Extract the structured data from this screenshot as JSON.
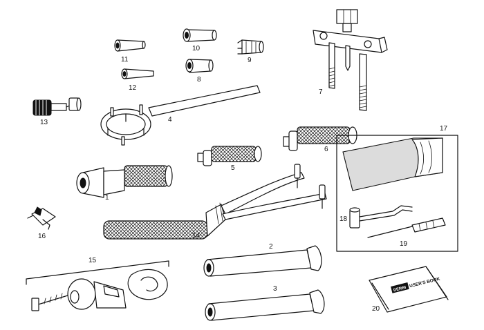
{
  "callouts": {
    "c1": "1",
    "c2": "2",
    "c3": "3",
    "c4": "4",
    "c5": "5",
    "c6": "6",
    "c7": "7",
    "c8": "8",
    "c9": "9",
    "c10": "10",
    "c11": "11",
    "c12": "12",
    "c13": "13",
    "c14": "14",
    "c15": "15",
    "c16": "16",
    "c17": "17",
    "c18": "18",
    "c19": "19",
    "c20": "20"
  },
  "booklet": {
    "logo": "DERBI",
    "title": "USER'S BOOK"
  },
  "colors": {
    "ink": "#111111",
    "paper": "#ffffff"
  }
}
